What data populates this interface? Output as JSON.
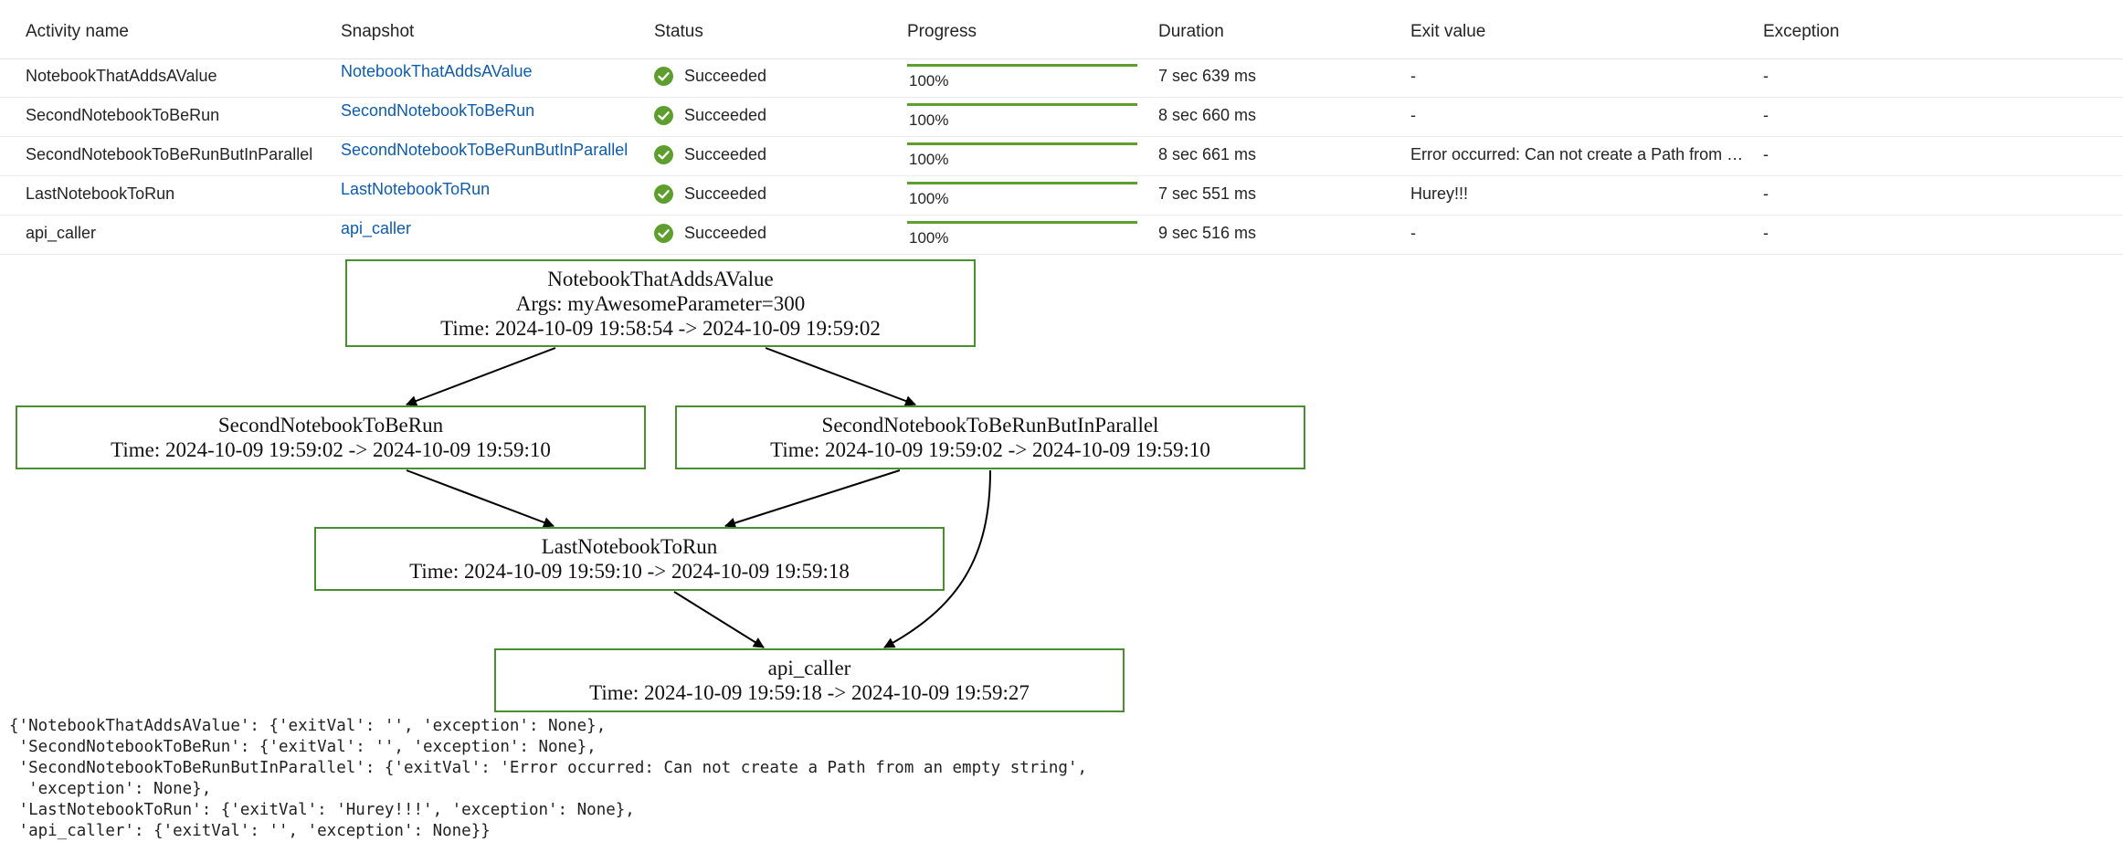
{
  "table": {
    "headers": [
      "Activity name",
      "Snapshot",
      "Status",
      "Progress",
      "Duration",
      "Exit value",
      "Exception"
    ],
    "rows": [
      {
        "activity": "NotebookThatAddsAValue",
        "snapshot": "NotebookThatAddsAValue",
        "status": "Succeeded",
        "progress_label": "100%",
        "progress_value": 1.0,
        "duration": "7 sec 639 ms",
        "exit_value": "-",
        "exception": "-"
      },
      {
        "activity": "SecondNotebookToBeRun",
        "snapshot": "SecondNotebookToBeRun",
        "status": "Succeeded",
        "progress_label": "100%",
        "progress_value": 1.0,
        "duration": "8 sec 660 ms",
        "exit_value": "-",
        "exception": "-"
      },
      {
        "activity": "SecondNotebookToBeRunButInParallel",
        "snapshot": "SecondNotebookToBeRunButInParallel",
        "status": "Succeeded",
        "progress_label": "100%",
        "progress_value": 1.0,
        "duration": "8 sec 661 ms",
        "exit_value": "Error occurred: Can not create a Path from an empty string",
        "exception": "-"
      },
      {
        "activity": "LastNotebookToRun",
        "snapshot": "LastNotebookToRun",
        "status": "Succeeded",
        "progress_label": "100%",
        "progress_value": 1.0,
        "duration": "7 sec 551 ms",
        "exit_value": "Hurey!!!",
        "exception": "-"
      },
      {
        "activity": "api_caller",
        "snapshot": "api_caller",
        "status": "Succeeded",
        "progress_label": "100%",
        "progress_value": 1.0,
        "duration": "9 sec 516 ms",
        "exit_value": "-",
        "exception": "-"
      }
    ]
  },
  "graph": {
    "nodes": [
      {
        "id": "n1",
        "lines": [
          "NotebookThatAddsAValue",
          "Args: myAwesomeParameter=300",
          "Time: 2024-10-09 19:58:54 -> 2024-10-09 19:59:02"
        ]
      },
      {
        "id": "n2",
        "lines": [
          "SecondNotebookToBeRun",
          "Time: 2024-10-09 19:59:02 -> 2024-10-09 19:59:10"
        ]
      },
      {
        "id": "n3",
        "lines": [
          "SecondNotebookToBeRunButInParallel",
          "Time: 2024-10-09 19:59:02 -> 2024-10-09 19:59:10"
        ]
      },
      {
        "id": "n4",
        "lines": [
          "LastNotebookToRun",
          "Time: 2024-10-09 19:59:10 -> 2024-10-09 19:59:18"
        ]
      },
      {
        "id": "n5",
        "lines": [
          "api_caller",
          "Time: 2024-10-09 19:59:18 -> 2024-10-09 19:59:27"
        ]
      }
    ],
    "edges": [
      {
        "from": "n1",
        "to": "n2"
      },
      {
        "from": "n1",
        "to": "n3"
      },
      {
        "from": "n2",
        "to": "n4"
      },
      {
        "from": "n3",
        "to": "n4"
      },
      {
        "from": "n3",
        "to": "n5"
      },
      {
        "from": "n4",
        "to": "n5"
      }
    ]
  },
  "output_lines": [
    "{'NotebookThatAddsAValue': {'exitVal': '', 'exception': None},",
    " 'SecondNotebookToBeRun': {'exitVal': '', 'exception': None},",
    " 'SecondNotebookToBeRunButInParallel': {'exitVal': 'Error occurred: Can not create a Path from an empty string',",
    "  'exception': None},",
    " 'LastNotebookToRun': {'exitVal': 'Hurey!!!', 'exception': None},",
    " 'api_caller': {'exitVal': '', 'exception': None}}"
  ],
  "colors": {
    "success": "#5e9e2f",
    "link": "#0f5ca8",
    "node_border": "#4a8f2f"
  },
  "icons": {
    "status": "checkmark-circle-icon"
  }
}
